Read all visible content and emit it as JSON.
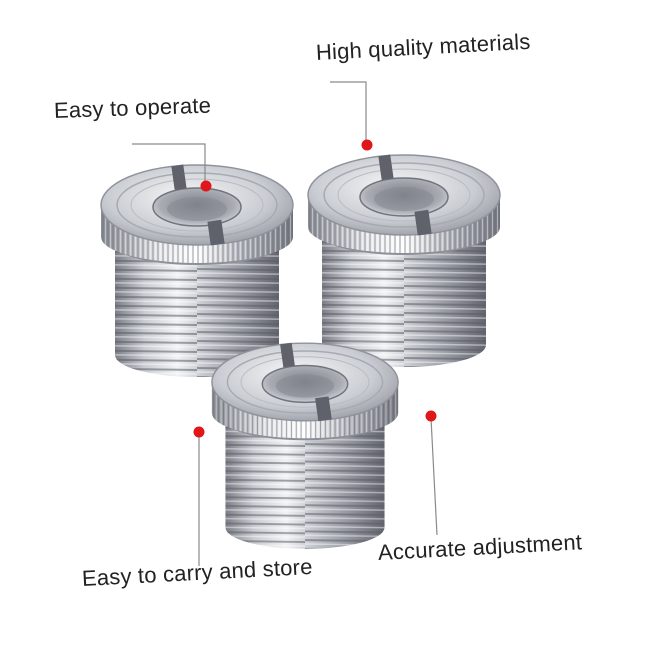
{
  "callouts": {
    "operate": "Easy to operate",
    "quality": "High quality materials",
    "carry": "Easy to carry and store",
    "accurate": "Accurate adjustment"
  },
  "colors": {
    "dot": "#e0161b",
    "line": "#8a8a8a",
    "metal_light": "#e8e9ec",
    "metal_mid": "#b7bac1",
    "metal_dark": "#6d7079"
  },
  "objects": [
    "thread-adapter",
    "thread-adapter",
    "thread-adapter"
  ]
}
